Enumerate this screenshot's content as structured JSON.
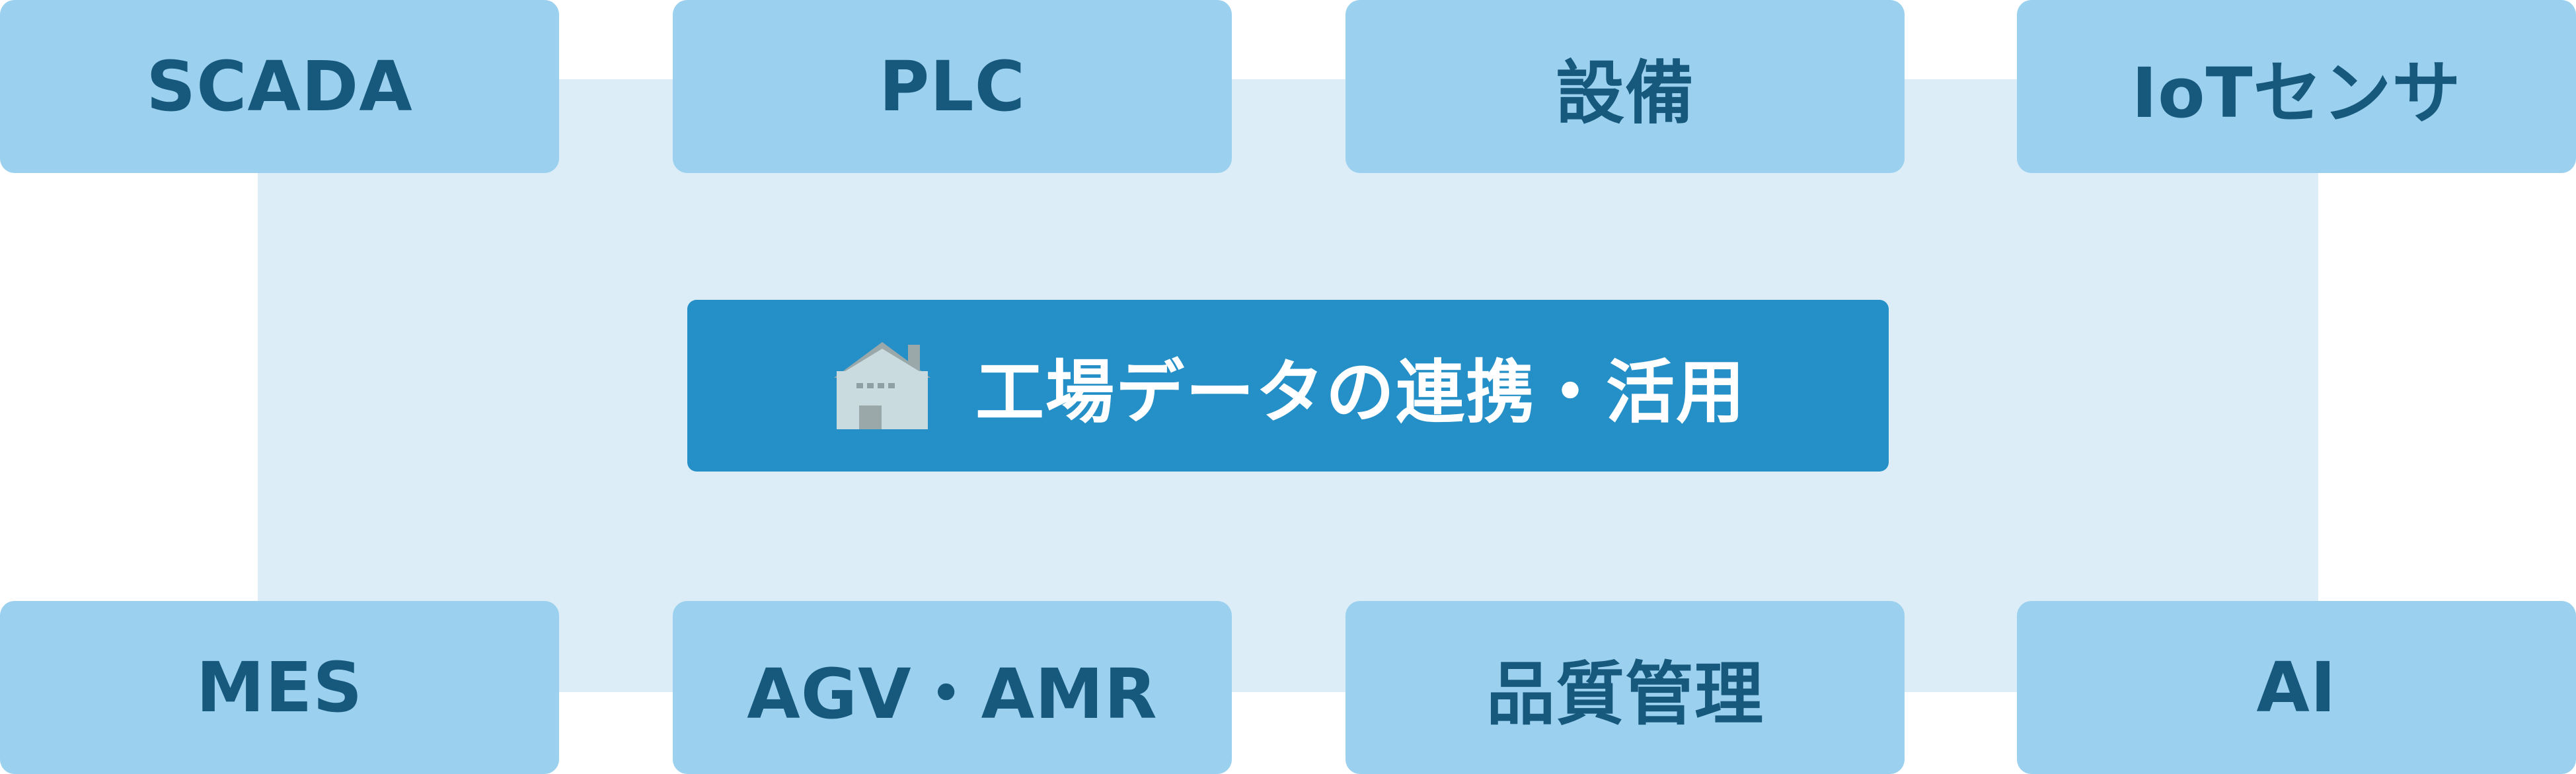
{
  "diagram": {
    "center": {
      "icon": "factory-icon",
      "label": "工場データの連携・活用"
    },
    "top_nodes": [
      {
        "label": "SCADA"
      },
      {
        "label": "PLC"
      },
      {
        "label": "設備"
      },
      {
        "label": "IoTセンサ"
      }
    ],
    "bottom_nodes": [
      {
        "label": "MES"
      },
      {
        "label": "AGV・AMR"
      },
      {
        "label": "品質管理"
      },
      {
        "label": "AI"
      }
    ]
  },
  "colors": {
    "node_bg": "#9bd1ee",
    "node_text": "#17587d",
    "center_bg": "#2590c8",
    "center_text": "#ffffff",
    "band_bg": "#ddedf8"
  }
}
